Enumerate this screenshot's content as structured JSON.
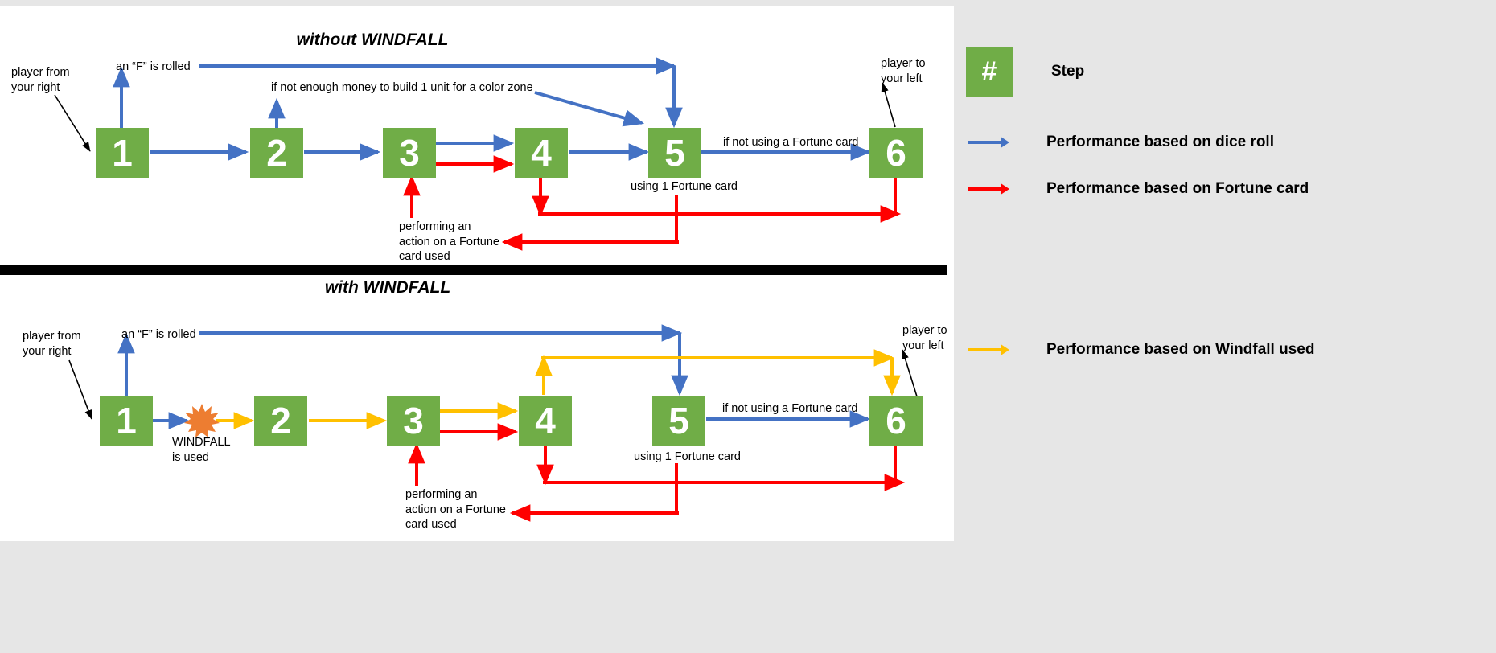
{
  "diagrams": [
    {
      "id": "without-windfall",
      "title": "without WINDFALL",
      "steps": [
        "1",
        "2",
        "3",
        "4",
        "5",
        "6"
      ],
      "labels": {
        "player_from_right": "player from\nyour right",
        "f_is_rolled": "an “F” is rolled",
        "not_enough_money": "if not enough money to build 1 unit for a color zone",
        "if_not_using_fortune": "if not using a Fortune card",
        "using_1_fortune": "using 1 Fortune card",
        "performing_action": "performing an\naction on a Fortune\ncard used",
        "player_to_left": "player to\nyour left"
      }
    },
    {
      "id": "with-windfall",
      "title": "with WINDFALL",
      "steps": [
        "1",
        "2",
        "3",
        "4",
        "5",
        "6"
      ],
      "labels": {
        "player_from_right": "player from\nyour right",
        "f_is_rolled": "an “F” is rolled",
        "windfall_is_used": "WINDFALL\nis used",
        "if_not_using_fortune": "if not using a Fortune card",
        "using_1_fortune": "using 1 Fortune card",
        "performing_action": "performing an\naction on a Fortune\ncard used",
        "player_to_left": "player to\nyour left"
      }
    }
  ],
  "legend": {
    "step_symbol": "#",
    "step_label": "Step",
    "items": [
      {
        "label": "Performance based on dice roll",
        "color": "#4472c4",
        "icon": "blue-arrow-icon"
      },
      {
        "label": "Performance based on Fortune card",
        "color": "#ff0000",
        "icon": "red-arrow-icon"
      },
      {
        "label": "Performance based on Windfall used",
        "color": "#ffc000",
        "icon": "yellow-arrow-icon"
      }
    ]
  },
  "colors": {
    "step_box": "#70ad47",
    "dice": "#4472c4",
    "fortune": "#ff0000",
    "windfall": "#ffc000",
    "page_background": "#e6e6e6",
    "panel_background": "#ffffff",
    "divider": "#000000"
  }
}
